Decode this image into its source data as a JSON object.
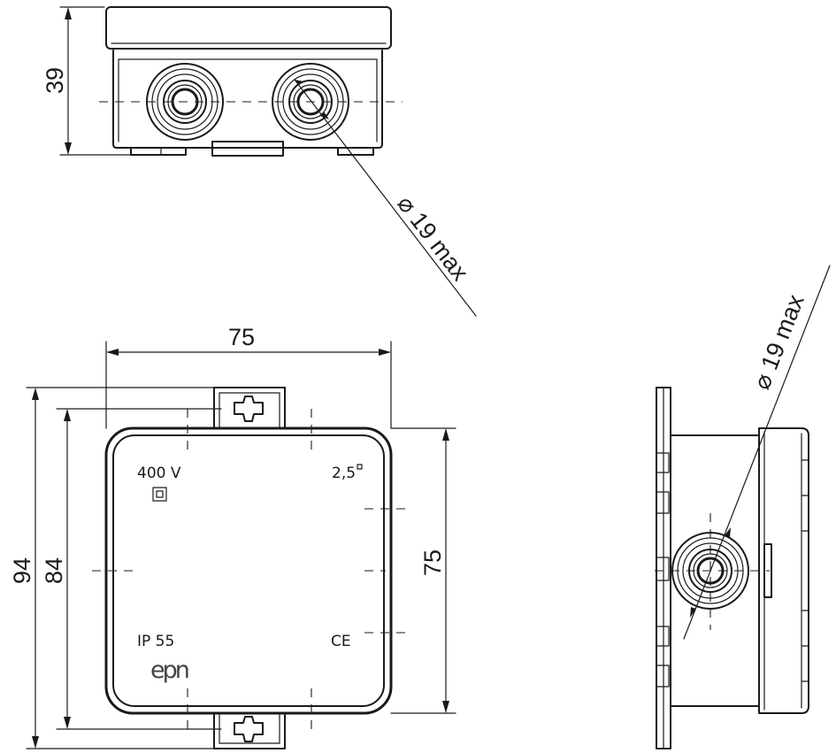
{
  "dimensions": {
    "top_height": "39",
    "front_width": "75",
    "overall_height": "94",
    "mount_height": "84",
    "box_height": "75",
    "entry_diameter_top": "⌀ 19 max",
    "entry_diameter_side": "⌀ 19 max"
  },
  "lid_markings": {
    "voltage": "400 V",
    "cross_section": "2,5",
    "ip_rating": "IP 55",
    "ce_mark": "CE",
    "brand": "epn"
  },
  "colors": {
    "line": "#1a1a1a",
    "background": "#ffffff"
  }
}
